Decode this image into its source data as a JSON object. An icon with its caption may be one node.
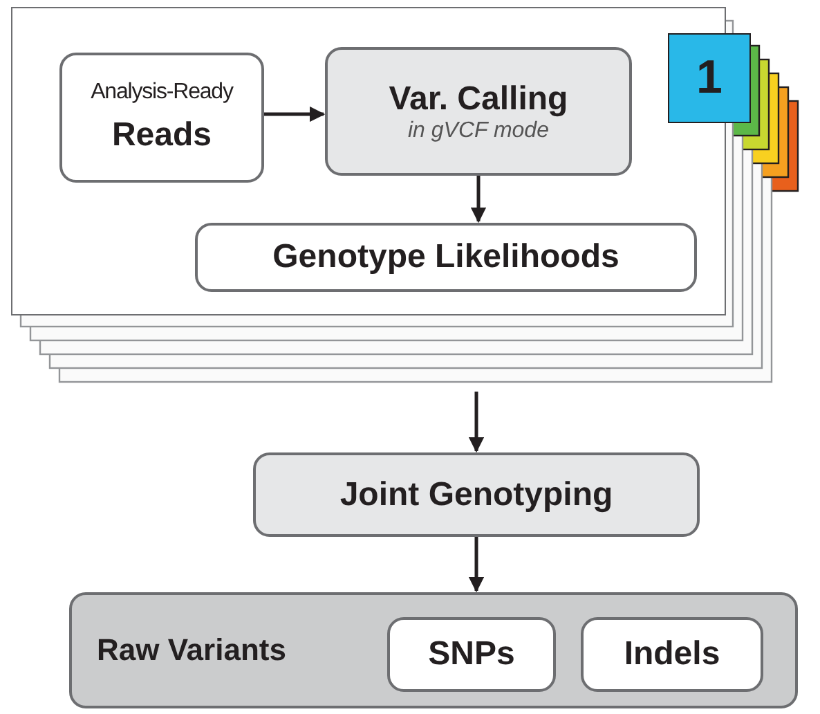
{
  "diagram": {
    "nodes": [
      {
        "text": [],
        "shape": "box"
      },
      {
        "text": [
          "Analysis-Ready",
          "Reads"
        ],
        "in": 0
      },
      {
        "text": [
          "Var. Calling",
          "in gVCF mode"
        ],
        "in": 0
      },
      {
        "text": [
          "1"
        ]
      },
      {
        "text": [
          "Genotype Likelihoods"
        ],
        "in": 0
      },
      {
        "text": [
          "Joint Genotyping"
        ]
      },
      {
        "text": [
          "Raw Variants"
        ]
      },
      {
        "text": [
          "SNPs"
        ],
        "in": 6
      },
      {
        "text": [
          "Indels"
        ],
        "in": 6
      }
    ],
    "edges": [
      {
        "from": 1,
        "to": 2,
        "arrow": "to"
      },
      {
        "from": 2,
        "to": 4,
        "arrow": "to"
      },
      {
        "from": 0,
        "to": 5,
        "arrow": "to"
      },
      {
        "from": 5,
        "to": 6,
        "arrow": "to"
      }
    ]
  }
}
